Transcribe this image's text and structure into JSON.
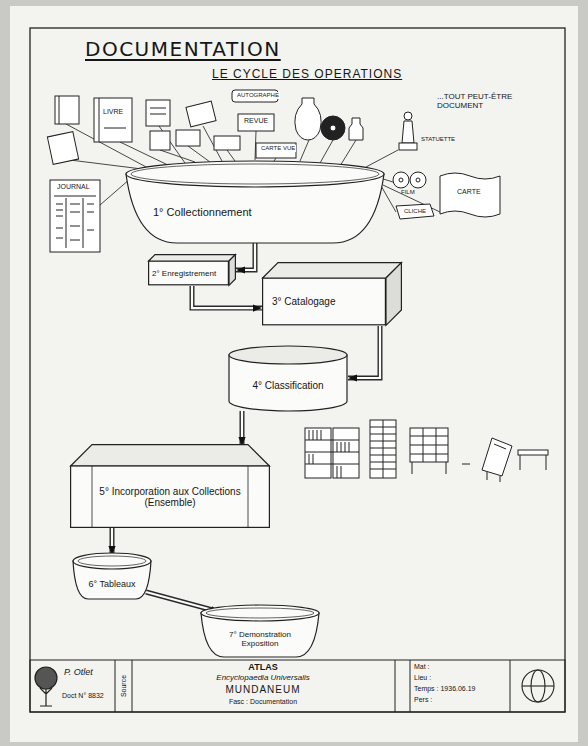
{
  "diagram": {
    "title": "DOCUMENTATION",
    "nodes": [
      {
        "text": [
          "1° Collectionnement"
        ]
      },
      {
        "text": [
          "2° Enregistrement"
        ]
      },
      {
        "text": [
          "3° Catalogage"
        ]
      },
      {
        "text": [
          "4° Classification"
        ]
      },
      {
        "text": [
          "5° Incorporation aux Collections (Ensemble)"
        ]
      },
      {
        "text": [
          "6° Tableaux"
        ]
      },
      {
        "text": [
          "7° Demonstration Exposition"
        ]
      }
    ],
    "edges": [
      {
        "from": 0,
        "to": 1,
        "arrow": "to"
      },
      {
        "from": 1,
        "to": 2,
        "arrow": "to"
      },
      {
        "from": 2,
        "to": 3,
        "arrow": "to"
      },
      {
        "from": 3,
        "to": 4,
        "arrow": "to"
      },
      {
        "from": 4,
        "to": 5,
        "arrow": "to"
      },
      {
        "from": 5,
        "to": 6,
        "arrow": "to"
      }
    ],
    "labels": [
      "LE CYCLE DES OPERATIONS",
      "JOURNAL",
      "LIVRE",
      "REVUE",
      "AUTOGRAPHE",
      "CARTE VUE",
      "FILM",
      "CLICHE",
      "STATUETTE",
      "CARTE",
      "...TOUT PEUT-ÊTRE DOCUMENT",
      "P. Otlet",
      "Doct N° 8832",
      "Source",
      "ATLAS",
      "Encyclopaedia Universalis",
      "MUNDANEUM",
      "Fasc : Documentation",
      "Mat :",
      "Lieu :",
      "Temps : 1936.06.19",
      "Pers :"
    ]
  }
}
